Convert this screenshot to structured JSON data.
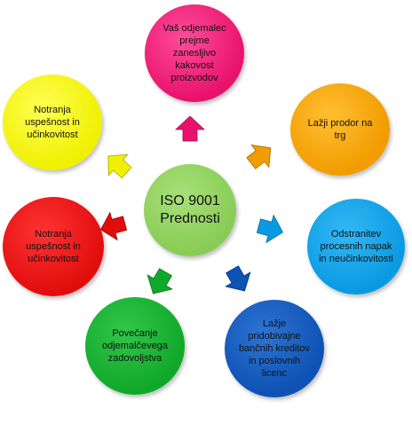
{
  "center": {
    "label": "ISO 9001\nPrednosti",
    "color": "#88cc55"
  },
  "benefits": [
    {
      "id": "top",
      "label": "Vaš odjemalec\nprejme zanesljivo\nkakovost\nproizvodov",
      "color": "#e8126c"
    },
    {
      "id": "top-right",
      "label": "Lažji prodor na\ntrg",
      "color": "#f19c00"
    },
    {
      "id": "right",
      "label": "Odstranitev\nprocesnih napak\nin neučinkovitosti",
      "color": "#0a9ae2"
    },
    {
      "id": "bottom-right",
      "label": "Lažje\npridobivajne\nbančnih kreditov\nin poslovnih\nlicenc",
      "color": "#0d52b4"
    },
    {
      "id": "bottom-left",
      "label": "Povečanje\nodjemalčevega\nzadovoljstva",
      "color": "#10a82a"
    },
    {
      "id": "left",
      "label": "Notranja\nuspešnost in\nučinkovitost",
      "color": "#e10d0d"
    },
    {
      "id": "top-left",
      "label": "Notranja\nuspešnost in\nučinkovitost",
      "color": "#f0f000"
    }
  ]
}
